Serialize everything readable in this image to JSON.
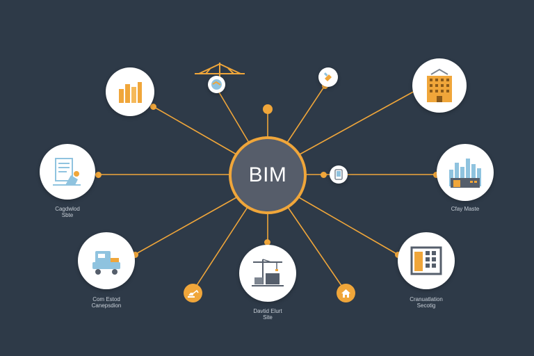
{
  "hub": {
    "label": "BIM"
  },
  "captions": {
    "left": "Cagdwlod\nSbte",
    "right": "Cfay Maste",
    "bottom_left": "Com Estod\nCanepsdion",
    "bottom_center": "Davtid Elurt\nSite",
    "bottom_right": "Cranuatlation\nSecotig"
  },
  "colors": {
    "background": "#2e3a48",
    "accent": "#f0a63a",
    "hub_fill": "#565d6a",
    "node_fill": "#ffffff",
    "icon_blue": "#8fc3df"
  },
  "icons": {
    "top_left": "bar-chart-icon",
    "top_crane": "tower-crane-icon",
    "top_small": "hammer-icon",
    "top_right": "building-icon",
    "left": "blueprint-document-icon",
    "right": "city-skyline-icon",
    "center_right": "tablet-icon",
    "bottom_left": "construction-machine-icon",
    "bottom_center": "construction-site-crane-icon",
    "bottom_right": "floor-plan-icon",
    "bottom_left_orange": "excavator-icon",
    "bottom_right_orange": "house-icon"
  }
}
